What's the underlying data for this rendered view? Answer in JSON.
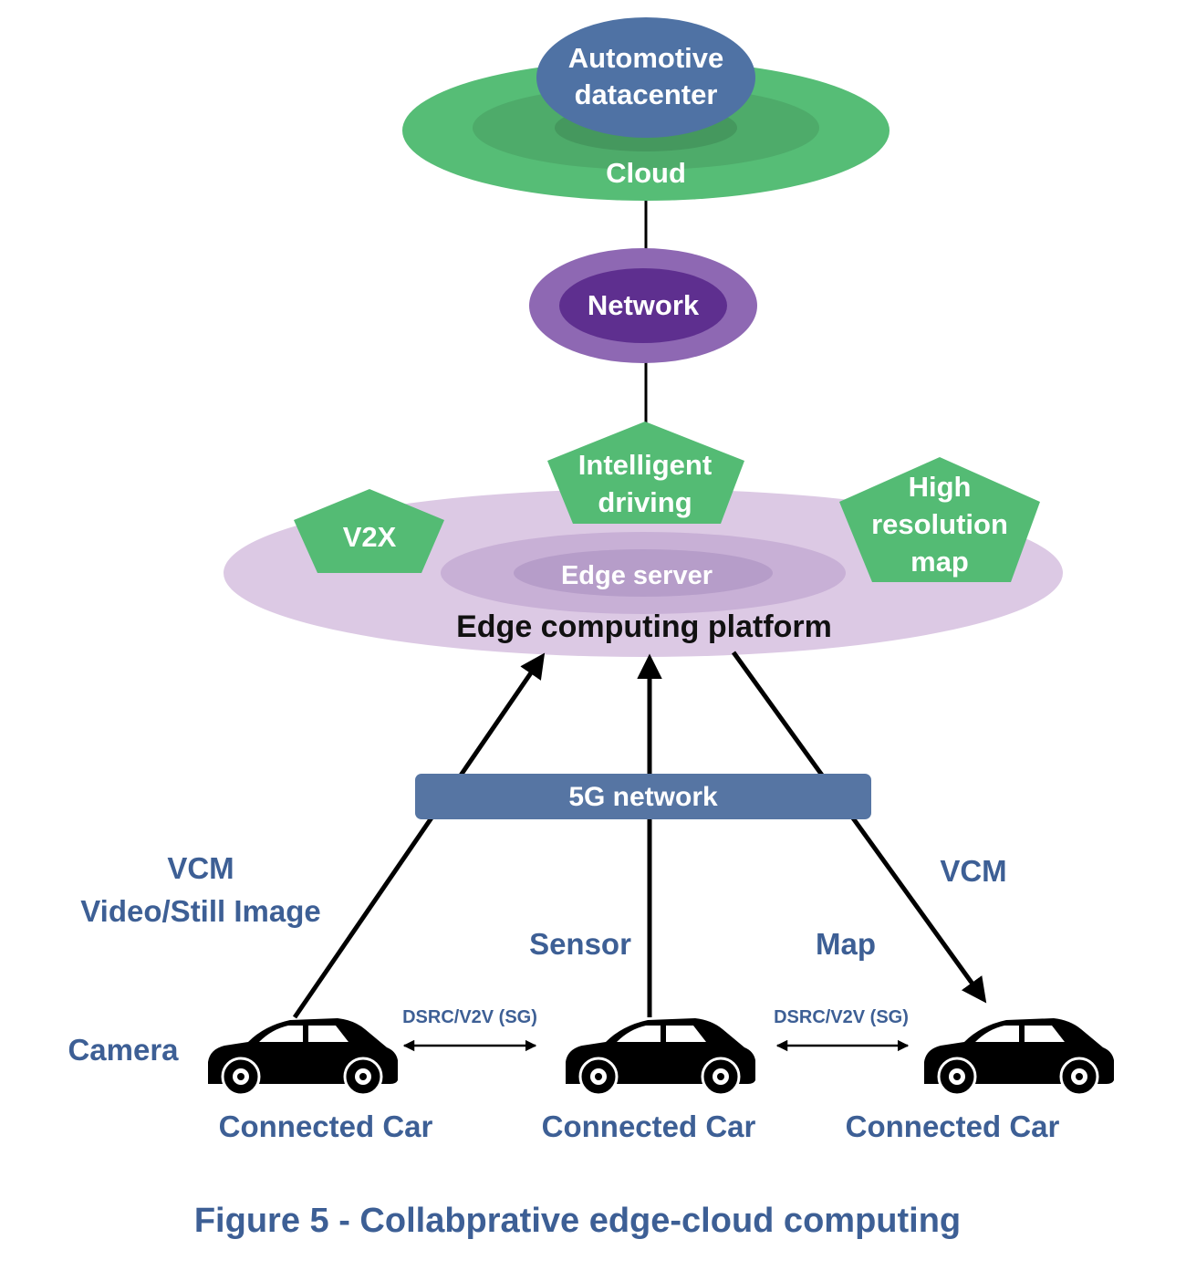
{
  "cloud": {
    "datacenter_line1": "Automotive",
    "datacenter_line2": "datacenter",
    "label": "Cloud"
  },
  "network": {
    "label": "Network"
  },
  "edge": {
    "platform_label": "Edge computing platform",
    "server_label": "Edge server",
    "services": {
      "v2x": "V2X",
      "intelligent_line1": "Intelligent",
      "intelligent_line2": "driving",
      "map_line1": "High",
      "map_line2": "resolution",
      "map_line3": "map"
    }
  },
  "fiveg": {
    "label": "5G network"
  },
  "flows": {
    "vcm_left_line1": "VCM",
    "vcm_left_line2": "Video/Still Image",
    "sensor": "Sensor",
    "map": "Map",
    "vcm_right": "VCM"
  },
  "cars": {
    "camera_label": "Camera",
    "car_labels": [
      "Connected Car",
      "Connected Car",
      "Connected Car"
    ],
    "link_labels": [
      "DSRC/V2V (SG)",
      "DSRC/V2V (SG)"
    ]
  },
  "caption": "Figure 5 - Collabprative edge-cloud computing",
  "colors": {
    "cloud_green": "#56bd76",
    "datacenter_blue": "#4f72a4",
    "network_purple": "#8e68b3",
    "network_inner": "#5e2f8f",
    "edge_lavender": "#dcc9e4",
    "service_green": "#54bb74",
    "fiveg_blue": "#5675a3",
    "label_blue": "#3d5f95"
  }
}
